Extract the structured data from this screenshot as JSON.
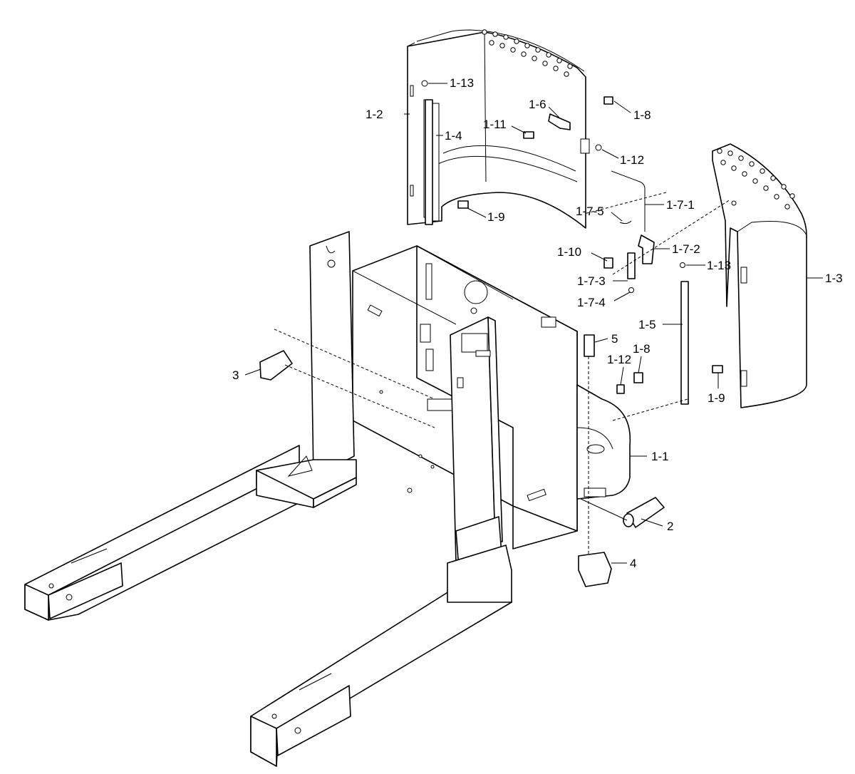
{
  "callouts": [
    {
      "id": "1-13a",
      "text": "1-13"
    },
    {
      "id": "1-2",
      "text": "1-2"
    },
    {
      "id": "1-6",
      "text": "1-6"
    },
    {
      "id": "1-8a",
      "text": "1-8"
    },
    {
      "id": "1-11",
      "text": "1-11"
    },
    {
      "id": "1-4",
      "text": "1-4"
    },
    {
      "id": "1-12a",
      "text": "1-12"
    },
    {
      "id": "1-9a",
      "text": "1-9"
    },
    {
      "id": "1-7-1",
      "text": "1-7-1"
    },
    {
      "id": "1-7-5",
      "text": "1-7-5"
    },
    {
      "id": "1-10",
      "text": "1-10"
    },
    {
      "id": "1-7-2",
      "text": "1-7-2"
    },
    {
      "id": "1-7-3",
      "text": "1-7-3"
    },
    {
      "id": "1-13b",
      "text": "1-13"
    },
    {
      "id": "1-3",
      "text": "1-3"
    },
    {
      "id": "1-7-4",
      "text": "1-7-4"
    },
    {
      "id": "1-5",
      "text": "1-5"
    },
    {
      "id": "5",
      "text": "5"
    },
    {
      "id": "1-8b",
      "text": "1-8"
    },
    {
      "id": "1-12b",
      "text": "1-12"
    },
    {
      "id": "3",
      "text": "3"
    },
    {
      "id": "1-9b",
      "text": "1-9"
    },
    {
      "id": "1-1",
      "text": "1-1"
    },
    {
      "id": "2",
      "text": "2"
    },
    {
      "id": "4",
      "text": "4"
    }
  ]
}
